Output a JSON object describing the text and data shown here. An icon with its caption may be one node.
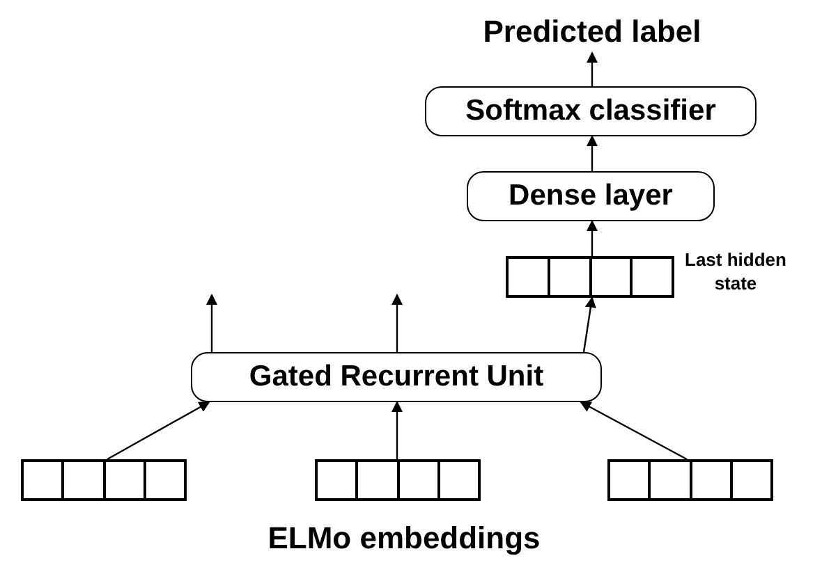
{
  "diagram": {
    "nodes": [
      {
        "text": [
          "Predicted label"
        ]
      },
      {
        "text": [
          "Softmax classifier"
        ]
      },
      {
        "text": [
          "Dense layer"
        ]
      },
      {
        "text": [],
        "shape": "box",
        "beside": [
          "Last hidden state"
        ]
      },
      {
        "text": [
          "Gated Recurrent Unit"
        ]
      },
      {
        "text": [],
        "shape": "box"
      },
      {
        "text": [],
        "shape": "box"
      },
      {
        "text": [],
        "shape": "box"
      }
    ],
    "edges": [
      {
        "from": 1,
        "to": 0,
        "arrow": "to"
      },
      {
        "from": 2,
        "to": 1,
        "arrow": "to"
      },
      {
        "from": 3,
        "to": 2,
        "arrow": "to"
      },
      {
        "from": 4,
        "to": 3,
        "arrow": "to"
      },
      {
        "from": 4,
        "to": null,
        "arrow": "to"
      },
      {
        "from": 4,
        "to": null,
        "arrow": "to"
      },
      {
        "from": 5,
        "to": 4,
        "arrow": "to"
      },
      {
        "from": 6,
        "to": 4,
        "arrow": "to"
      },
      {
        "from": 7,
        "to": 4,
        "arrow": "to"
      }
    ],
    "labels": [
      "ELMo embeddings"
    ]
  }
}
